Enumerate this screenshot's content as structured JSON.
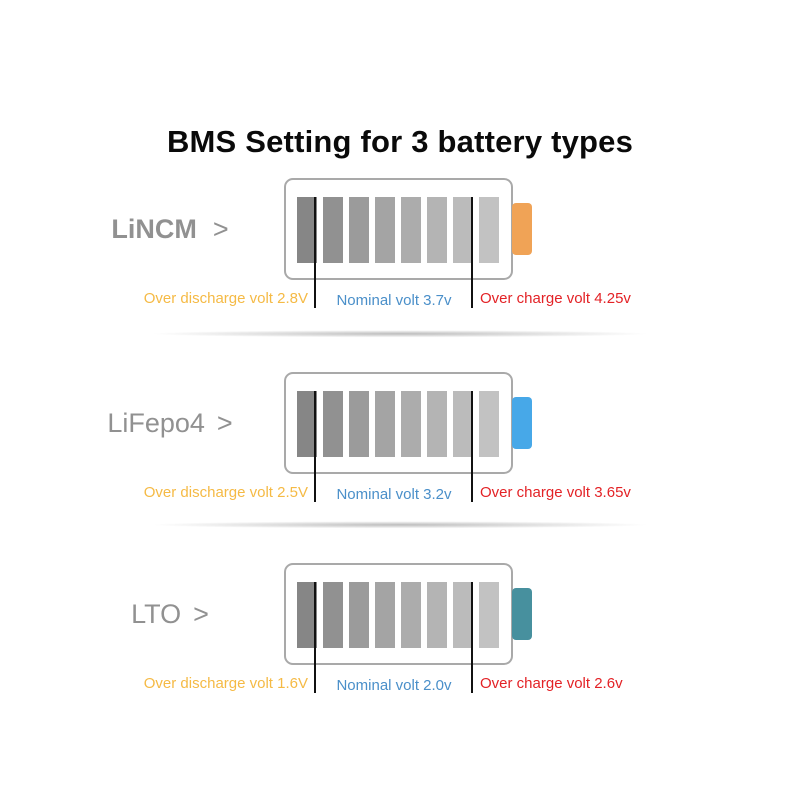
{
  "page": {
    "title": "BMS Setting for 3 battery types",
    "background": "#ffffff"
  },
  "colors": {
    "type_label_text": "#919191",
    "battery_border": "#a9a9a9",
    "marker_line": "#111111",
    "over_discharge_text": "#f5ba45",
    "nominal_text": "#4a8fc9",
    "over_charge_text": "#e32226"
  },
  "battery_graphic": {
    "bar_count": 8,
    "bar_colors": [
      "#868686",
      "#919191",
      "#9b9b9b",
      "#a4a4a4",
      "#acacac",
      "#b4b4b4",
      "#bbbbbb",
      "#c2c2c2"
    ]
  },
  "batteries": [
    {
      "type_label": "LiNCM",
      "chevron": ">",
      "cap_color": "#f0a356",
      "over_discharge": "Over discharge volt 2.8V",
      "nominal": "Nominal volt 3.7v",
      "over_charge": "Over charge volt 4.25v"
    },
    {
      "type_label": "LiFepo4",
      "chevron": ">",
      "cap_color": "#47a8e8",
      "over_discharge": "Over discharge volt 2.5V",
      "nominal": "Nominal volt 3.2v",
      "over_charge": "Over charge volt 3.65v"
    },
    {
      "type_label": "LTO",
      "chevron": ">",
      "cap_color": "#47909e",
      "over_discharge": "Over discharge volt 1.6V",
      "nominal": "Nominal volt 2.0v",
      "over_charge": "Over charge volt 2.6v"
    }
  ]
}
